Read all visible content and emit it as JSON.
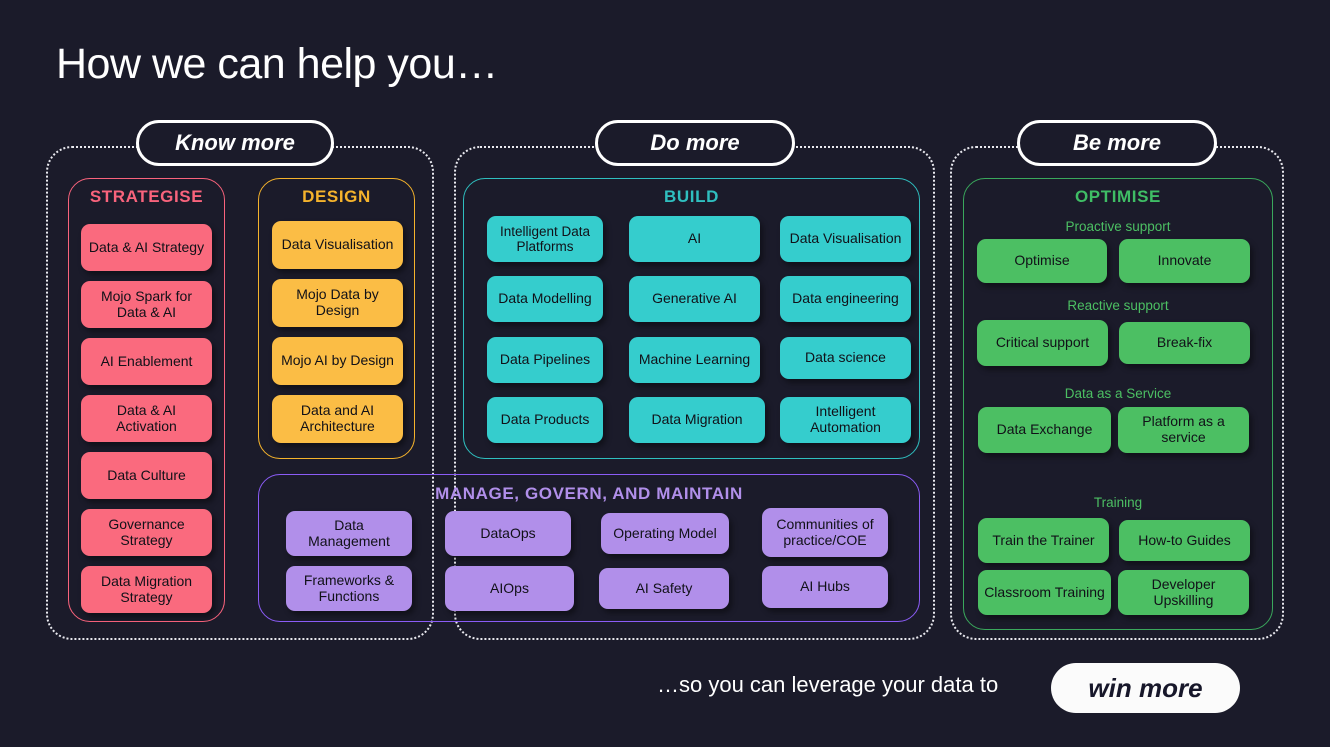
{
  "header": {
    "title": "How we can help you…"
  },
  "phases": [
    {
      "id": "know-more",
      "label": "Know more"
    },
    {
      "id": "do-more",
      "label": "Do more"
    },
    {
      "id": "be-more",
      "label": "Be more"
    }
  ],
  "panels": {
    "strategise": {
      "title": "STRATEGISE",
      "accent": "#f9637c",
      "chip_bg": "#fa6a7e",
      "items": [
        "Data & AI Strategy",
        "Mojo Spark for Data & AI",
        "AI Enablement",
        "Data & AI Activation",
        "Data Culture",
        "Governance Strategy",
        "Data Migration Strategy"
      ]
    },
    "design": {
      "title": "DESIGN",
      "accent": "#f5b32c",
      "chip_bg": "#fbbd45",
      "items": [
        "Data Visualisation",
        "Mojo Data by Design",
        "Mojo AI by Design",
        "Data and AI Architecture"
      ]
    },
    "build": {
      "title": "BUILD",
      "accent": "#2fbfbf",
      "chip_bg": "#35cdcd",
      "items": [
        "Intelligent Data Platforms",
        "AI",
        "Data Visualisation",
        "Data Modelling",
        "Generative AI",
        "Data engineering",
        "Data Pipelines",
        "Machine Learning",
        "Data science",
        "Data Products",
        "Data Migration",
        "Intelligent Automation"
      ]
    },
    "manage": {
      "title": "MANAGE, GOVERN, AND MAINTAIN",
      "accent": "#8b5cf6",
      "chip_bg": "#b18fea",
      "items": [
        "Data Management",
        "DataOps",
        "Operating Model",
        "Communities of practice/COE",
        "Frameworks & Functions",
        "AIOps",
        "AI Safety",
        "AI Hubs"
      ]
    },
    "optimise": {
      "title": "OPTIMISE",
      "accent": "#3aa85c",
      "chip_bg": "#4cbf63",
      "groups": [
        {
          "label": "Proactive support",
          "items": [
            "Optimise",
            "Innovate"
          ]
        },
        {
          "label": "Reactive support",
          "items": [
            "Critical support",
            "Break-fix"
          ]
        },
        {
          "label": "Data as a Service",
          "items": [
            "Data Exchange",
            "Platform as a service"
          ]
        },
        {
          "label": "Training",
          "items": [
            "Train the Trainer",
            "How-to Guides",
            "Classroom Training",
            "Developer Upskilling"
          ]
        }
      ]
    }
  },
  "footer": {
    "text": "…so you can leverage your data to",
    "cta": "win more"
  },
  "colors": {
    "background": "#1b1b2a",
    "outline": "#e9e9ef",
    "text_light": "#ffffff",
    "chip_text": "#111118"
  }
}
